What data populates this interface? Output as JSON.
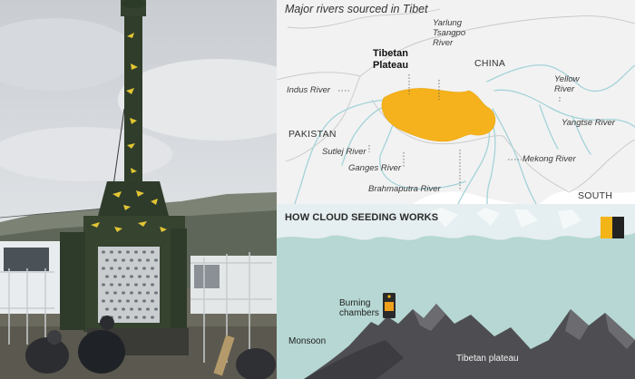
{
  "photo": {
    "description_icon": "cloud-seeding-chamber-photo"
  },
  "map": {
    "title": "Major rivers sourced in Tibet",
    "plateau_label_line1": "Tibetan",
    "plateau_label_line2": "Plateau",
    "countries": {
      "china": "CHINA",
      "pakistan": "PAKISTAN",
      "south": "SOUTH"
    },
    "rivers": {
      "yarlung_line1": "Yarlung",
      "yarlung_line2": "Tsangpo",
      "yarlung_line3": "River",
      "indus": "Indus River",
      "yellow_line1": "Yellow",
      "yellow_line2": "River",
      "yangtse": "Yangtse River",
      "sutlej": "Sutlej River",
      "ganges": "Ganges River",
      "mekong": "Mekong River",
      "brahmaputra": "Brahmaputra River"
    },
    "colors": {
      "land": "#f2f2f2",
      "river": "#9fd1d6",
      "plateau": "#f5b21d",
      "border": "#c8c8c8"
    }
  },
  "seed": {
    "title": "HOW CLOUD SEEDING WORKS",
    "burning_line1": "Burning",
    "burning_line2": "chambers",
    "monsoon": "Monsoon",
    "plateau": "Tibetan plateau",
    "colors": {
      "sky": "#b6d7d3",
      "mountain": "#4e4e52",
      "brand_yellow": "#f3b418"
    }
  }
}
